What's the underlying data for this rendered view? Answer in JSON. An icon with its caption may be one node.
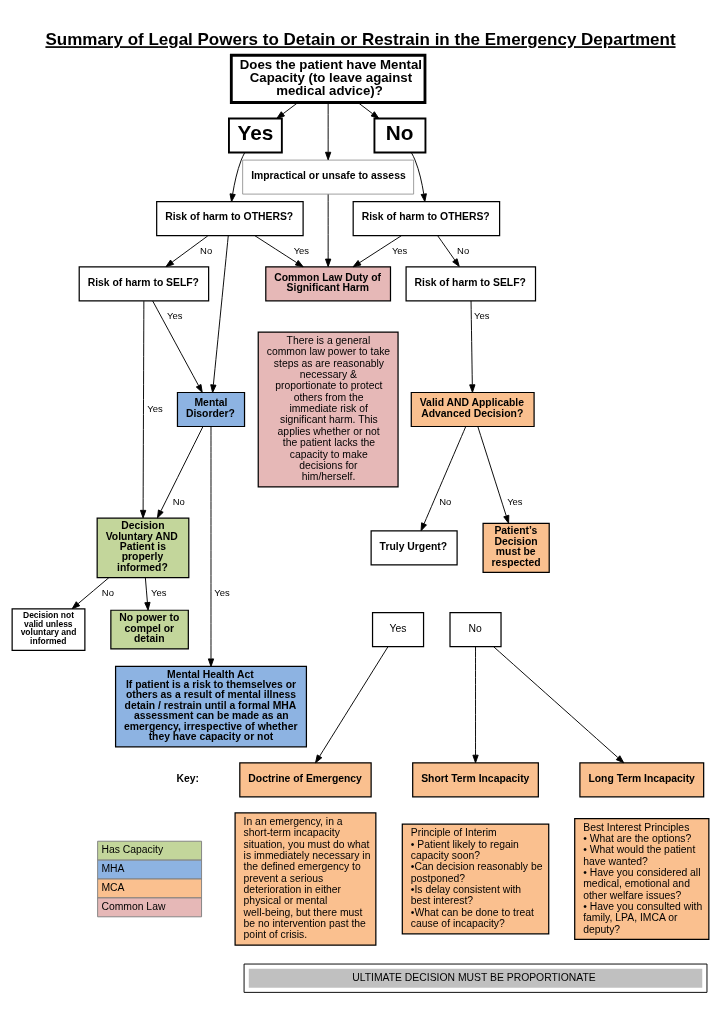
{
  "diagram": {
    "title": "Summary of Legal Powers to Detain or Restrain in the Emergency Department",
    "nodes": [
      {
        "text": [
          "Does the patient have Mental Capacity (to leave against medical advice)?"
        ]
      },
      {
        "text": [
          "Yes"
        ]
      },
      {
        "text": [
          "No"
        ]
      },
      {
        "text": [
          "Impractical or unsafe to assess"
        ]
      },
      {
        "text": [
          "Risk of harm to OTHERS?"
        ]
      },
      {
        "text": [
          "Risk of harm to OTHERS?"
        ]
      },
      {
        "text": [
          "Common Law Duty of Significant Harm"
        ]
      },
      {
        "text": [
          "Risk of harm to SELF?"
        ]
      },
      {
        "text": [
          "Risk of harm to SELF?"
        ]
      },
      {
        "text": [
          "There is a general common law power to take steps as are reasonably necessary & proportionate to protect others from the immediate risk of significant harm. This applies whether or not the patient lacks the capacity to make decisions for him/herself."
        ]
      },
      {
        "text": [
          "Decision Voluntary AND Patient is properly informed?"
        ]
      },
      {
        "text": [
          "Mental Disorder?"
        ]
      },
      {
        "text": [
          "Valid AND Applicable Advanced Decision?"
        ]
      },
      {
        "text": [
          "Truly Urgent?"
        ]
      },
      {
        "text": [
          "Yes"
        ]
      },
      {
        "text": [
          "No"
        ]
      },
      {
        "text": [
          "Patient’s Decision must be respected"
        ]
      },
      {
        "text": [
          "Decision not valid unless voluntary and informed"
        ]
      },
      {
        "text": [
          "No power to compel or detain"
        ]
      },
      {
        "text": [
          "Mental Health Act",
          "If patient is a risk to themselves or others as a result of mental illness detain / restrain until a formal MHA assessment can be made as an emergency, irrespective of whether they have capacity or not"
        ]
      },
      {
        "text": [
          "Doctrine of Emergency"
        ]
      },
      {
        "text": [
          "Short Term Incapacity"
        ]
      },
      {
        "text": [
          "Long Term Incapacity"
        ]
      },
      {
        "text": [
          "In an emergency, in a short-term incapacity situation, you must do what is immediately necessary in the defined emergency to prevent a serious deterioration in either physical or mental well-being, but there must be no intervention past the point of crisis."
        ]
      },
      {
        "text": [
          "Principle of Interim",
          "• Patient likely to regain capacity soon?",
          "•Can decision reasonably be postponed?",
          "•Is delay consistent with best interest?",
          "•What can be done to treat cause of incapacity?"
        ]
      },
      {
        "text": [
          "Best Interest Principles",
          "• What are the options?",
          "• What would the patient have wanted?",
          "• Have you considered all medical, emotional and other welfare issues?",
          "• Have you consulted with family, LPA, IMCA or deputy?"
        ]
      },
      {
        "text": [
          "ULTIMATE DECISION MUST BE PROPORTIONATE"
        ]
      }
    ],
    "edges": [
      {
        "from": 0,
        "to": 1,
        "arrow": "to"
      },
      {
        "from": 0,
        "to": 2,
        "arrow": "to"
      },
      {
        "from": 0,
        "to": 3,
        "arrow": "to"
      },
      {
        "from": 1,
        "to": 4,
        "arrow": "to"
      },
      {
        "from": 2,
        "to": 5,
        "arrow": "to"
      },
      {
        "from": 4,
        "to": 6,
        "arrow": "to",
        "label": "Yes"
      },
      {
        "from": 3,
        "to": 6,
        "arrow": "to"
      },
      {
        "from": 5,
        "to": 6,
        "arrow": "to",
        "label": "Yes"
      },
      {
        "from": 4,
        "to": 7,
        "arrow": "to",
        "label": "No"
      },
      {
        "from": 5,
        "to": 8,
        "arrow": "to",
        "label": "No"
      },
      {
        "from": 4,
        "to": 11,
        "arrow": "to"
      },
      {
        "from": 7,
        "to": 10,
        "arrow": "to",
        "label": "Yes"
      },
      {
        "from": 7,
        "to": 11,
        "arrow": "to",
        "label": "Yes"
      },
      {
        "from": 11,
        "to": 10,
        "arrow": "to",
        "label": "No"
      },
      {
        "from": 11,
        "to": 19,
        "arrow": "to",
        "label": "Yes"
      },
      {
        "from": 10,
        "to": 17,
        "arrow": "to",
        "label": "No"
      },
      {
        "from": 10,
        "to": 18,
        "arrow": "to",
        "label": "Yes"
      },
      {
        "from": 8,
        "to": 12,
        "arrow": "to",
        "label": "Yes"
      },
      {
        "from": 12,
        "to": 13,
        "arrow": "to",
        "label": "No"
      },
      {
        "from": 12,
        "to": 16,
        "arrow": "to",
        "label": "Yes"
      },
      {
        "from": 14,
        "to": 20,
        "arrow": "to"
      },
      {
        "from": 15,
        "to": 21,
        "arrow": "to"
      },
      {
        "from": 15,
        "to": 22,
        "arrow": "to"
      }
    ],
    "labels": [
      "Key:"
    ],
    "legend": [
      {
        "text": "Has Capacity",
        "color": "#c3d69b"
      },
      {
        "text": "MHA",
        "color": "#8db3e2"
      },
      {
        "text": "MCA",
        "color": "#fac08f"
      },
      {
        "text": "Common Law",
        "color": "#e6b8b7"
      }
    ]
  }
}
